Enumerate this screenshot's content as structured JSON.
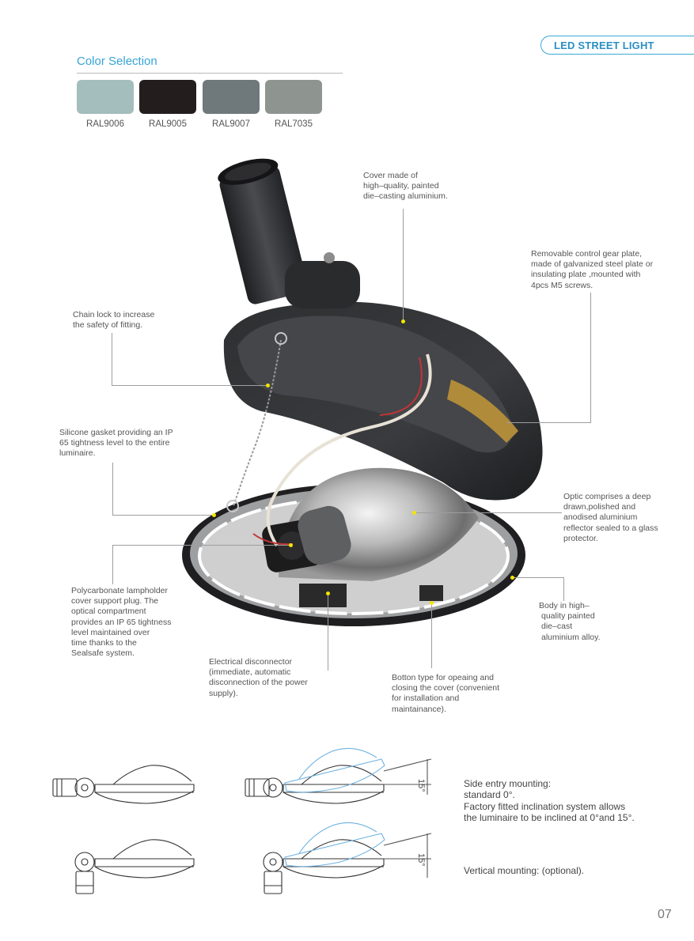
{
  "header": {
    "title": "LED STREET LIGHT"
  },
  "color_selection": {
    "title": "Color Selection",
    "swatches": [
      {
        "label": "RAL9006",
        "color": "#a4bdbd"
      },
      {
        "label": "RAL9005",
        "color": "#231d1e"
      },
      {
        "label": "RAL9007",
        "color": "#6f787a"
      },
      {
        "label": "RAL7035",
        "color": "#8e9590"
      }
    ]
  },
  "callouts": {
    "cover": [
      "Cover made of",
      "high–quality, painted",
      "die–casting aluminium."
    ],
    "gear_plate": [
      "Removable control gear plate,",
      "made of galvanized steel plate or",
      "insulating plate ,mounted with",
      "4pcs M5 screws."
    ],
    "chain_lock": [
      "Chain lock to increase",
      "the safety of fitting."
    ],
    "gasket": [
      "Silicone gasket providing an IP",
      "65 tightness level to the entire",
      "luminaire."
    ],
    "optic": [
      "Optic comprises a deep",
      "drawn,polished and",
      "anodised aluminium",
      "reflector sealed to a glass",
      "protector."
    ],
    "body": [
      "Body in high–",
      "quality painted",
      "die–cast",
      "aluminium alloy."
    ],
    "lampholder": [
      "Polycarbonate lampholder",
      "cover support plug. The",
      "optical compartment",
      "provides an IP 65 tightness",
      "level maintained over",
      "time thanks to the",
      "Sealsafe system."
    ],
    "disconnector": [
      "Electrical disconnector",
      "(immediate, automatic",
      "disconnection of the power",
      "supply)."
    ],
    "button": [
      "Botton type for opeaing and",
      "closing the cover (convenient",
      "for installation and",
      "maintainance)."
    ]
  },
  "mounting": {
    "angle_label": "15°",
    "side_entry": [
      "Side entry mounting:",
      "standard 0°.",
      "Factory fitted inclination system allows",
      "the luminaire to be inclined at 0°and 15°."
    ],
    "vertical": [
      "Vertical mounting: (optional)."
    ]
  },
  "page_number": "07"
}
